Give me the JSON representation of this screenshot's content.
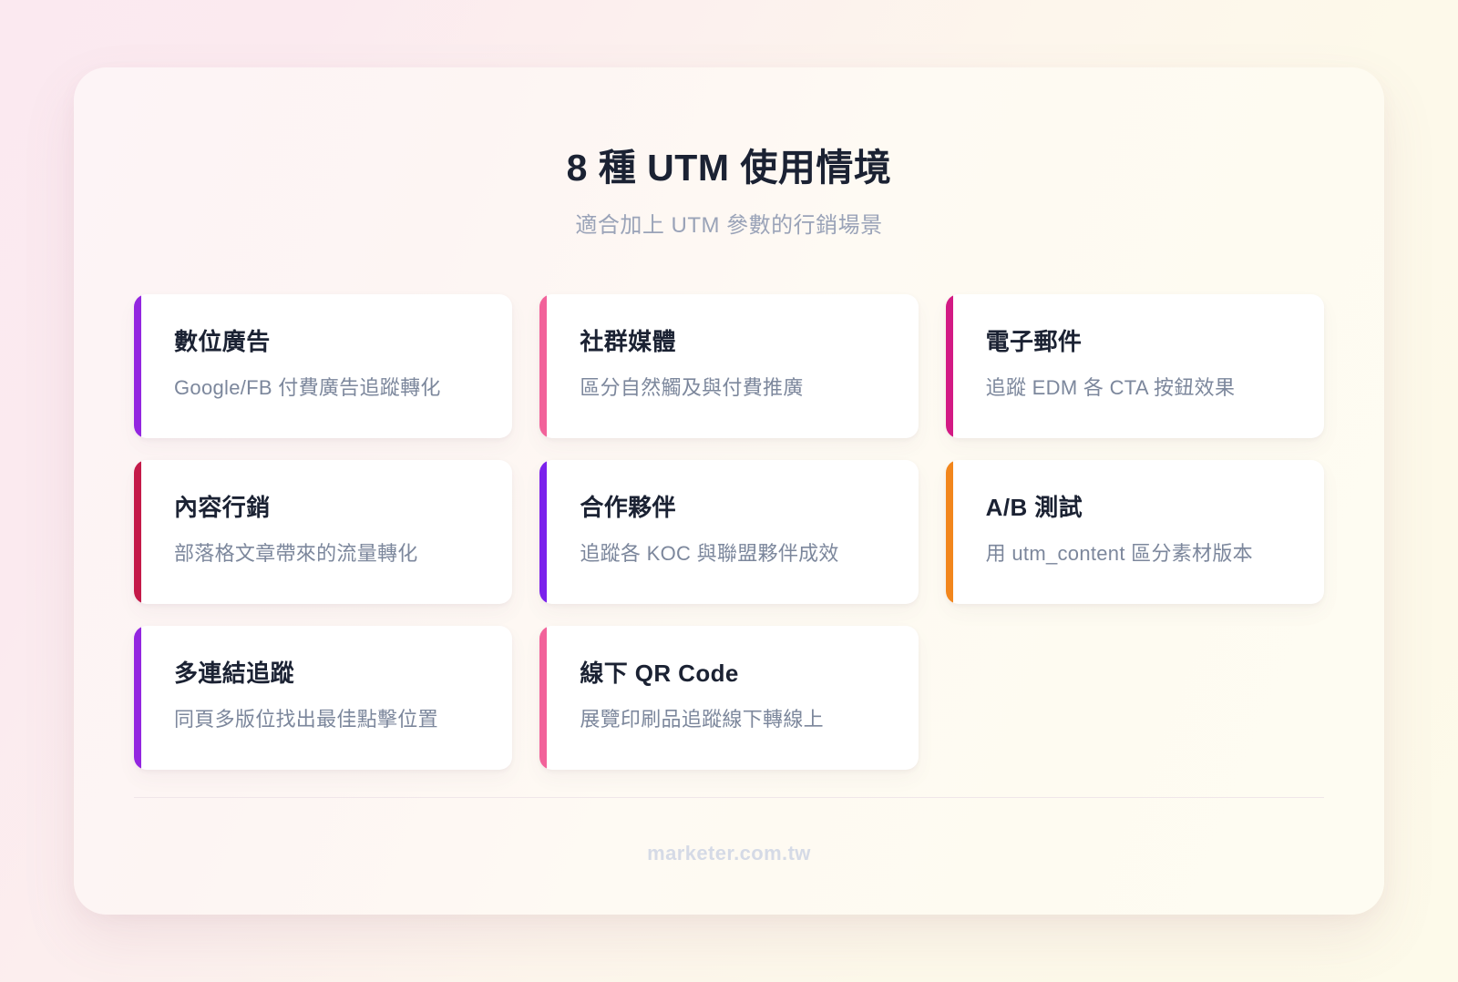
{
  "header": {
    "title": "8 種 UTM 使用情境",
    "subtitle": "適合加上 UTM 參數的行銷場景"
  },
  "cards": [
    {
      "title": "數位廣告",
      "desc": "Google/FB 付費廣告追蹤轉化",
      "accent": "#9326e0"
    },
    {
      "title": "社群媒體",
      "desc": "區分自然觸及與付費推廣",
      "accent": "#f2629a"
    },
    {
      "title": "電子郵件",
      "desc": "追蹤 EDM 各 CTA 按鈕效果",
      "accent": "#d31a84"
    },
    {
      "title": "內容行銷",
      "desc": "部落格文章帶來的流量轉化",
      "accent": "#c41a49"
    },
    {
      "title": "合作夥伴",
      "desc": "追蹤各 KOC 與聯盟夥伴成效",
      "accent": "#7b21ec"
    },
    {
      "title": "A/B 測試",
      "desc": "用 utm_content 區分素材版本",
      "accent": "#f2861c"
    },
    {
      "title": "多連結追蹤",
      "desc": "同頁多版位找出最佳點擊位置",
      "accent": "#9326e0"
    },
    {
      "title": "線下 QR Code",
      "desc": "展覽印刷品追蹤線下轉線上",
      "accent": "#f2629a"
    }
  ],
  "footer": {
    "brand": "marketer.com.tw"
  }
}
